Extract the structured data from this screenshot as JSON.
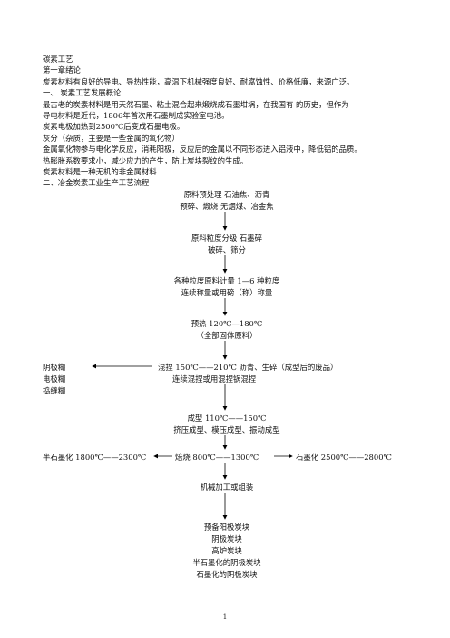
{
  "intro_lines": [
    "碳素工艺",
    "第一章绪论",
    "炭素材料有良好的导电、导热性能，高温下机械强度良好、耐腐蚀性、价格低廉，来源广泛。",
    "一、 炭素工艺发展概论",
    "最古老的炭素材料是用天然石墨、粘土混合起来煅烧成石墨坩埚，在我国有  的历史，但作为",
    "导电材料是近代，1806年首次用石墨制成实验室电池。",
    "炭素电极加热到2500℃后变成石墨电极。",
    "灰分（杂质，主要是一些金属的氧化物）",
    "金属氧化物参与电化学反应，消耗阳极，反应后的金属以不同形态进入铝液中，降低铝的品质。",
    "热膨胀系数要求小，减少应力的产生，防止炭块裂纹的生成。",
    "炭素材料是一种无机的非金属材料",
    "二、冶金炭素工业生产工艺流程"
  ],
  "flow": {
    "step1": [
      "原料预处理  石油焦、沥青",
      "预碎、煅烧  无烟煤、冶金焦"
    ],
    "step2": [
      "原料粒度分级  石墨碎",
      "破碎、筛分"
    ],
    "step3": [
      "各种粒度原料计量  1—6 种粒度",
      "连续称量或用磅（称）称量"
    ],
    "step4": [
      "预热 120℃—180℃",
      "（全部固体原料）"
    ],
    "step5_main": "混捏 150℃——210℃   沥青、生碎（成型后的废品）",
    "step5_sub": "连续混捏或用混捏锅混捏",
    "left_paste": [
      "阴极糊",
      "电极糊",
      "捣缝糊"
    ],
    "step6": [
      "成型 110℃——150℃",
      "挤压成型、模压成型、振动成型"
    ],
    "left_graph": "半石墨化 1800℃——2300℃",
    "bake": "焙烧 800℃——1300℃",
    "right_graph": "石墨化 2500℃——2800℃",
    "machining": "机械加工或组装",
    "products": [
      "预备阳极炭块",
      "阴极炭块",
      "高炉炭块",
      "半石墨化的阴极炭块",
      "石墨化的阴极炭块"
    ]
  },
  "page_number": "1"
}
